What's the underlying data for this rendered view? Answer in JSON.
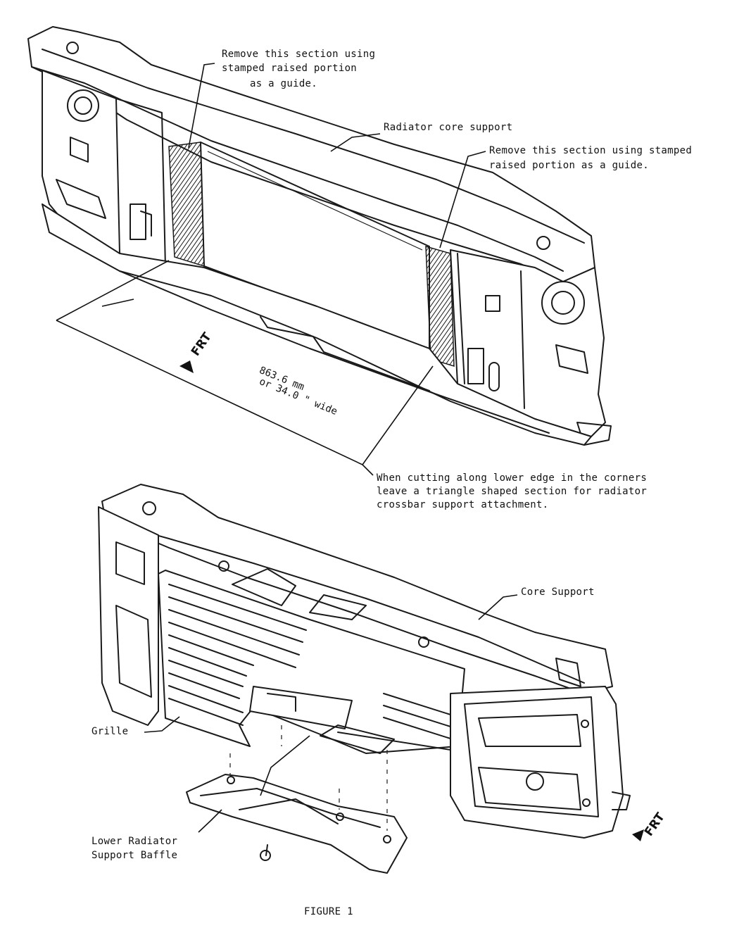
{
  "labels": {
    "remove_left_1": "Remove this section using",
    "remove_left_2": "stamped raised portion",
    "remove_left_3": "as a guide.",
    "radiator_core_support": "Radiator core support",
    "remove_right_1": "Remove this section using stamped",
    "remove_right_2": "raised portion as a guide.",
    "dimension_1": "863.6 mm",
    "dimension_2": "or 34.0 \" wide",
    "frt_top": "FRT",
    "cutting_1": "When cutting along lower edge in the corners",
    "cutting_2": "leave a triangle shaped section for radiator",
    "cutting_3": "crossbar support attachment.",
    "core_support": "Core Support",
    "grille": "Grille",
    "baffle_1": "Lower Radiator",
    "baffle_2": "Support Baffle",
    "frt_bottom": "FRT",
    "figure_caption": "FIGURE 1"
  },
  "icons": {
    "frt_arrow": "arrow-icon"
  },
  "colors": {
    "ink": "#111111",
    "paper": "#ffffff"
  }
}
